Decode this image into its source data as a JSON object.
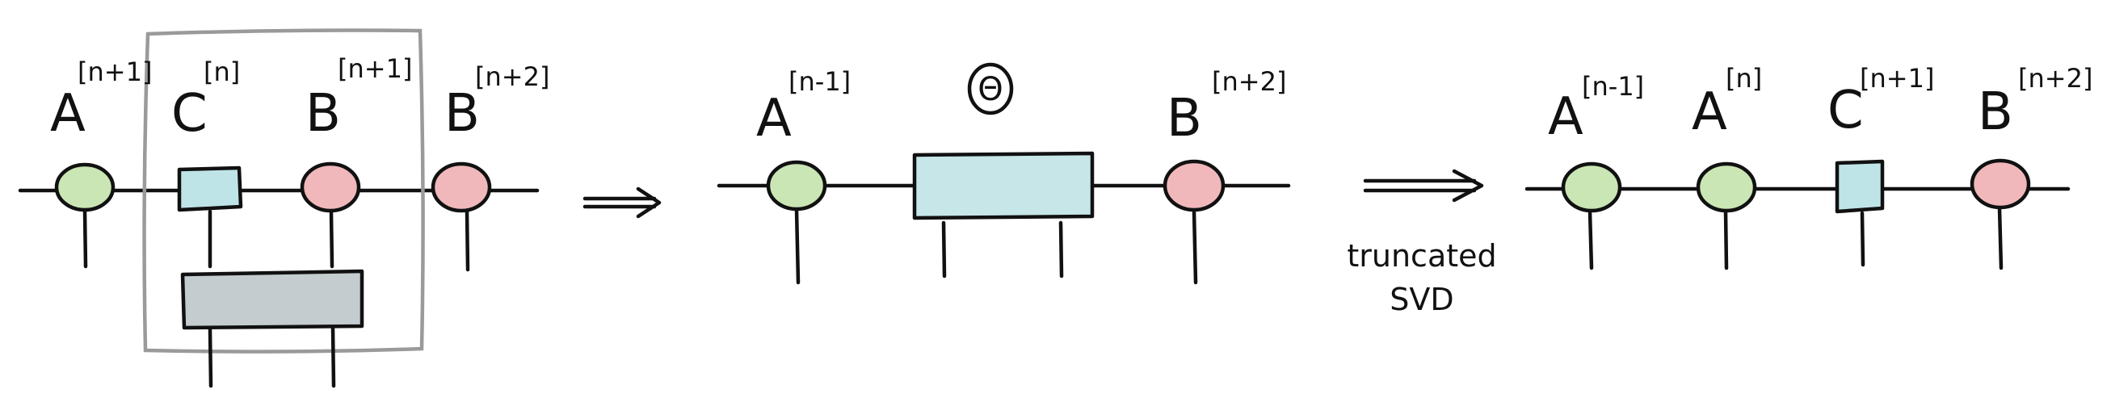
{
  "colors": {
    "ink": "#111111",
    "a_tensor": "#c9e6b4",
    "b_tensor": "#f0b8bb",
    "c_tensor": "#bfe4e8",
    "theta_tensor": "#c6e6e8",
    "gate": "#c4cccf",
    "group_box": "#9a9a9a"
  },
  "stage1": {
    "a_label": "A",
    "a_sup": "[n+1]",
    "c_label": "C",
    "c_sup": "[n]",
    "b1_label": "B",
    "b1_sup": "[n+1]",
    "b2_label": "B",
    "b2_sup": "[n+2]"
  },
  "stage2": {
    "a_label": "A",
    "a_sup": "[n-1]",
    "theta_symbol": "Θ",
    "b_label": "B",
    "b_sup": "[n+2]"
  },
  "stage3": {
    "a1_label": "A",
    "a1_sup": "[n-1]",
    "a2_label": "A",
    "a2_sup": "[n]",
    "c_label": "C",
    "c_sup": "[n+1]",
    "b_label": "B",
    "b_sup": "[n+2]"
  },
  "arrow_note": {
    "line1": "truncated",
    "line2": "SVD"
  }
}
